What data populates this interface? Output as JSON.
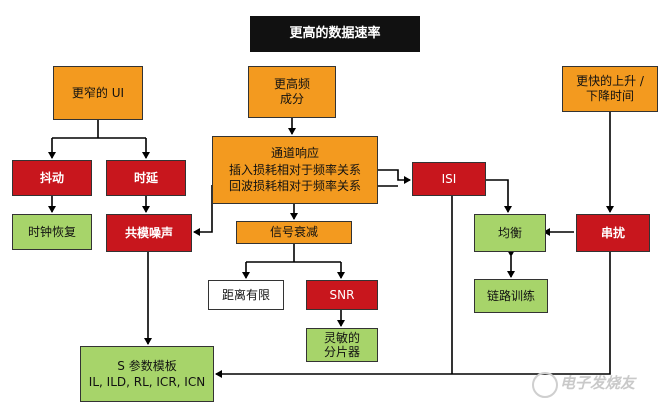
{
  "title": "更高的数据速率",
  "nodes": {
    "narrower_ui": "更窄的 UI",
    "higher_freq": "更高频\n成分",
    "faster_edge": "更快的上升 /\n下降时间",
    "jitter": "抖动",
    "latency": "时延",
    "channel_response": "通道响应\n插入损耗相对于频率关系\n回波损耗相对于频率关系",
    "isi": "ISI",
    "clock_recovery": "时钟恢复",
    "common_noise": "共模噪声",
    "signal_attenuation": "信号衰减",
    "equalization": "均衡",
    "crosstalk": "串扰",
    "distance_limited": "距离有限",
    "snr": "SNR",
    "link_training": "链路训练",
    "sensitive_slicer": "灵敏的\n分片器",
    "s_param_template": "S 参数模板\nIL, ILD, RL, ICR, ICN"
  },
  "watermark": "电子发烧友",
  "colors": {
    "orange": "#f39a1f",
    "red": "#c8161d",
    "green": "#a7d46a",
    "title_bg": "#111111"
  }
}
